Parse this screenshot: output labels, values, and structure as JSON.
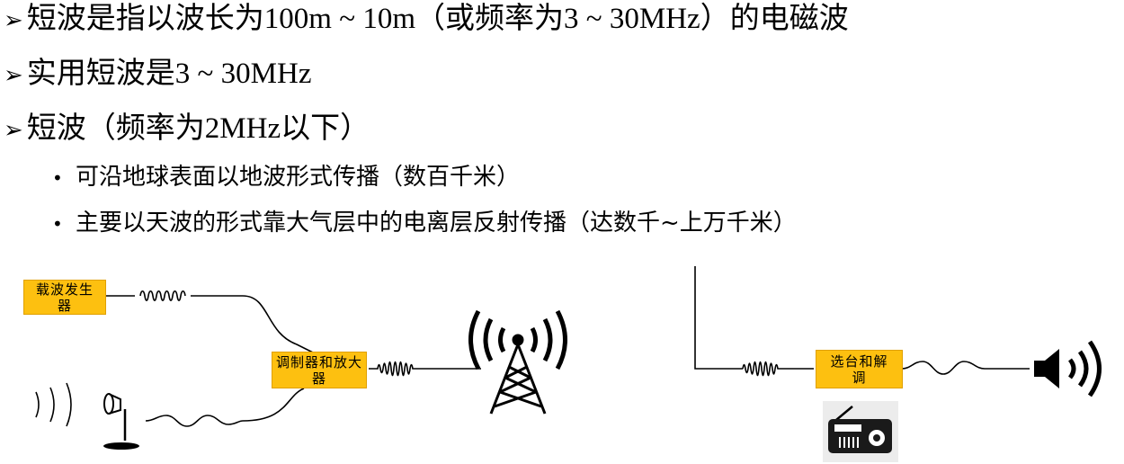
{
  "bullets": [
    {
      "prefix": "短波是指以波长为",
      "serif_a": "100m ~ 10m",
      "middle": "（或频率为",
      "serif_b": "3 ~ 30MHz",
      "suffix": "）的电磁波"
    },
    {
      "prefix": "实用短波是",
      "serif_a": "3 ~ 30MHz",
      "middle": "",
      "serif_b": "",
      "suffix": ""
    },
    {
      "prefix": "短波（频率为",
      "serif_a": "2MHz",
      "middle": "以下）",
      "serif_b": "",
      "suffix": ""
    }
  ],
  "sub_bullets": [
    "可沿地球表面以地波形式传播（数百千米）",
    "主要以天波的形式靠大气层中的电离层反射传播（达数千~上万千米）"
  ],
  "bullet_marker": "➢",
  "sub_marker": "•",
  "diagram": {
    "carrier_generator_label": "载波发生器",
    "modulator_label": "调制器和放大器",
    "tuner_label": "选台和解调",
    "box_color": "#fdc010"
  }
}
